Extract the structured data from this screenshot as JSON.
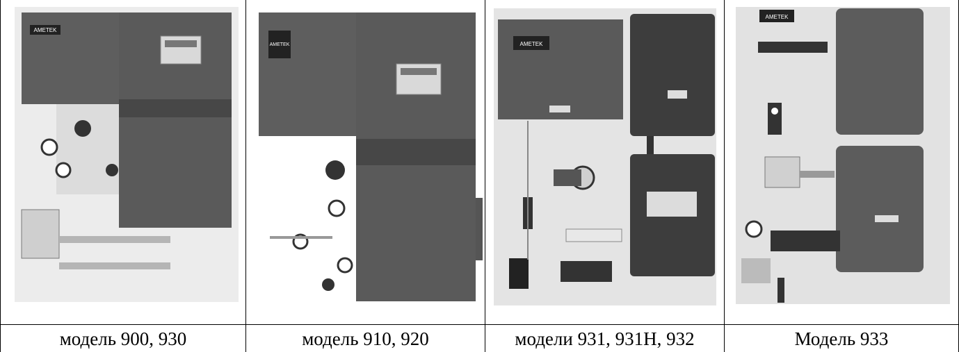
{
  "cells": [
    {
      "caption": "модель 900, 930",
      "logo": "AMETEK"
    },
    {
      "caption": "модель 910, 920",
      "logo": "AMETEK"
    },
    {
      "caption": "модели 931, 931H, 932",
      "logo": "AMETEK"
    },
    {
      "caption": "Модель 933",
      "logo": "AMETEK"
    }
  ],
  "colors": {
    "enclosure": "#5a5a5a",
    "enclosure_dark": "#3f3f3f",
    "band": "#4a4a4a",
    "panel": "#e6e6e6",
    "border": "#000000"
  }
}
